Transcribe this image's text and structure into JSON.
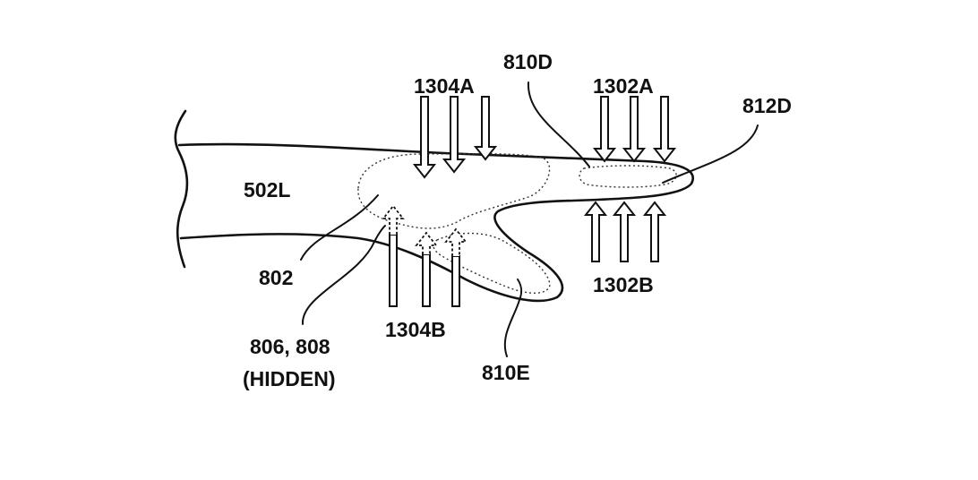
{
  "labels": {
    "body": "502L",
    "region": "802",
    "hidden_parts_line1": "806, 808",
    "hidden_parts_line2": "(HIDDEN)",
    "lobe_upper": "810D",
    "lobe_lower": "810E",
    "tip": "812D",
    "arrows_upper_right": "1302A",
    "arrows_lower_right": "1302B",
    "arrows_upper_left": "1304A",
    "arrows_lower_left": "1304B"
  }
}
